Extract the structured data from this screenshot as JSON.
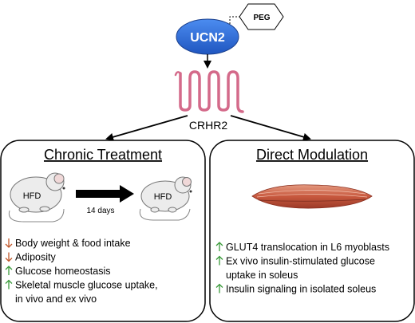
{
  "peg": {
    "label": "PEG"
  },
  "ligand": {
    "label": "UCN2",
    "color": "#2d6cd8"
  },
  "receptor": {
    "label": "CRHR2",
    "color": "#d46a8a"
  },
  "left_panel": {
    "title": "Chronic Treatment",
    "mouse_left_label": "HFD",
    "mouse_right_label": "HFD",
    "arrow_label": "14 days",
    "effects": [
      {
        "dir": "down",
        "text": "Body weight & food intake"
      },
      {
        "dir": "down",
        "text": "Adiposity"
      },
      {
        "dir": "up",
        "text": "Glucose homeostasis"
      },
      {
        "dir": "up",
        "text": "Skeletal muscle glucose uptake,"
      },
      {
        "dir": "none",
        "text": "in vivo and ex vivo"
      }
    ]
  },
  "right_panel": {
    "title": "Direct Modulation",
    "effects": [
      {
        "dir": "up",
        "text": "GLUT4 translocation in L6 myoblasts"
      },
      {
        "dir": "up",
        "text": "Ex vivo insulin-stimulated glucose"
      },
      {
        "dir": "none",
        "text": "uptake in soleus"
      },
      {
        "dir": "up",
        "text": "Insulin signaling in isolated soleus"
      }
    ]
  },
  "colors": {
    "up_arrow": "#3a9a3a",
    "down_arrow": "#c0572a"
  }
}
